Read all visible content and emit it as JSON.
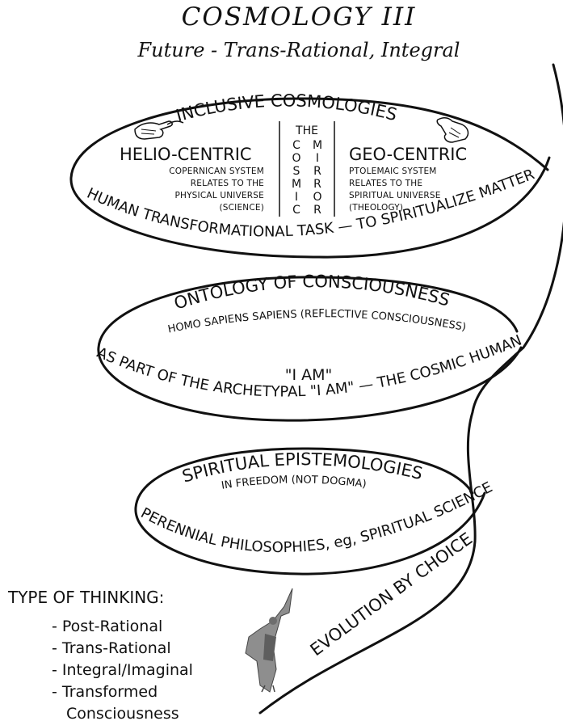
{
  "header": {
    "title": "COSMOLOGY III",
    "subtitle": "Future - Trans-Rational, Integral"
  },
  "loop1": {
    "arc_label": "INCLUSIVE COSMOLOGIES",
    "helio": {
      "heading": "HELIO-CENTRIC",
      "lines": [
        "COPERNICAN SYSTEM",
        "RELATES TO THE",
        "PHYSICAL UNIVERSE",
        "(SCIENCE)"
      ]
    },
    "geo": {
      "heading": "GEO-CENTRIC",
      "lines": [
        "PTOLEMAIC SYSTEM",
        "RELATES TO THE",
        "SPIRITUAL UNIVERSE",
        "(THEOLOGY)"
      ]
    },
    "mirror": {
      "the": "THE",
      "cosmic_letters": [
        "C",
        "O",
        "S",
        "M",
        "I",
        "C"
      ],
      "mirror_letters": [
        "M",
        "I",
        "R",
        "R",
        "O",
        "R"
      ]
    },
    "bottom_label": "HUMAN TRANSFORMATIONAL TASK — TO SPIRITUALIZE MATTER"
  },
  "loop2": {
    "arc_label": "ONTOLOGY OF CONSCIOUSNESS",
    "sub_label": "HOMO SAPIENS SAPIENS (REFLECTIVE CONSCIOUSNESS)",
    "center": "\"I AM\"",
    "bottom_label": "AS PART OF THE ARCHETYPAL \"I AM\" — THE COSMIC HUMAN"
  },
  "loop3": {
    "arc_label": "SPIRITUAL EPISTEMOLOGIES",
    "sub_label": "IN FREEDOM (NOT DOGMA)",
    "bottom_label": "PERENNIAL PHILOSOPHIES, eg, SPIRITUAL SCIENCE"
  },
  "tail": {
    "label": "EVOLUTION BY CHOICE"
  },
  "thinking": {
    "heading": "TYPE OF THINKING:",
    "items": [
      "- Post-Rational",
      "- Trans-Rational",
      "- Integral/Imaginal",
      "- Transformed",
      "Consciousness"
    ]
  },
  "icons": {
    "left_hand": "pointing-hand-icon",
    "right_hand": "pointing-hand-icon",
    "figure": "robed-figure-icon"
  }
}
